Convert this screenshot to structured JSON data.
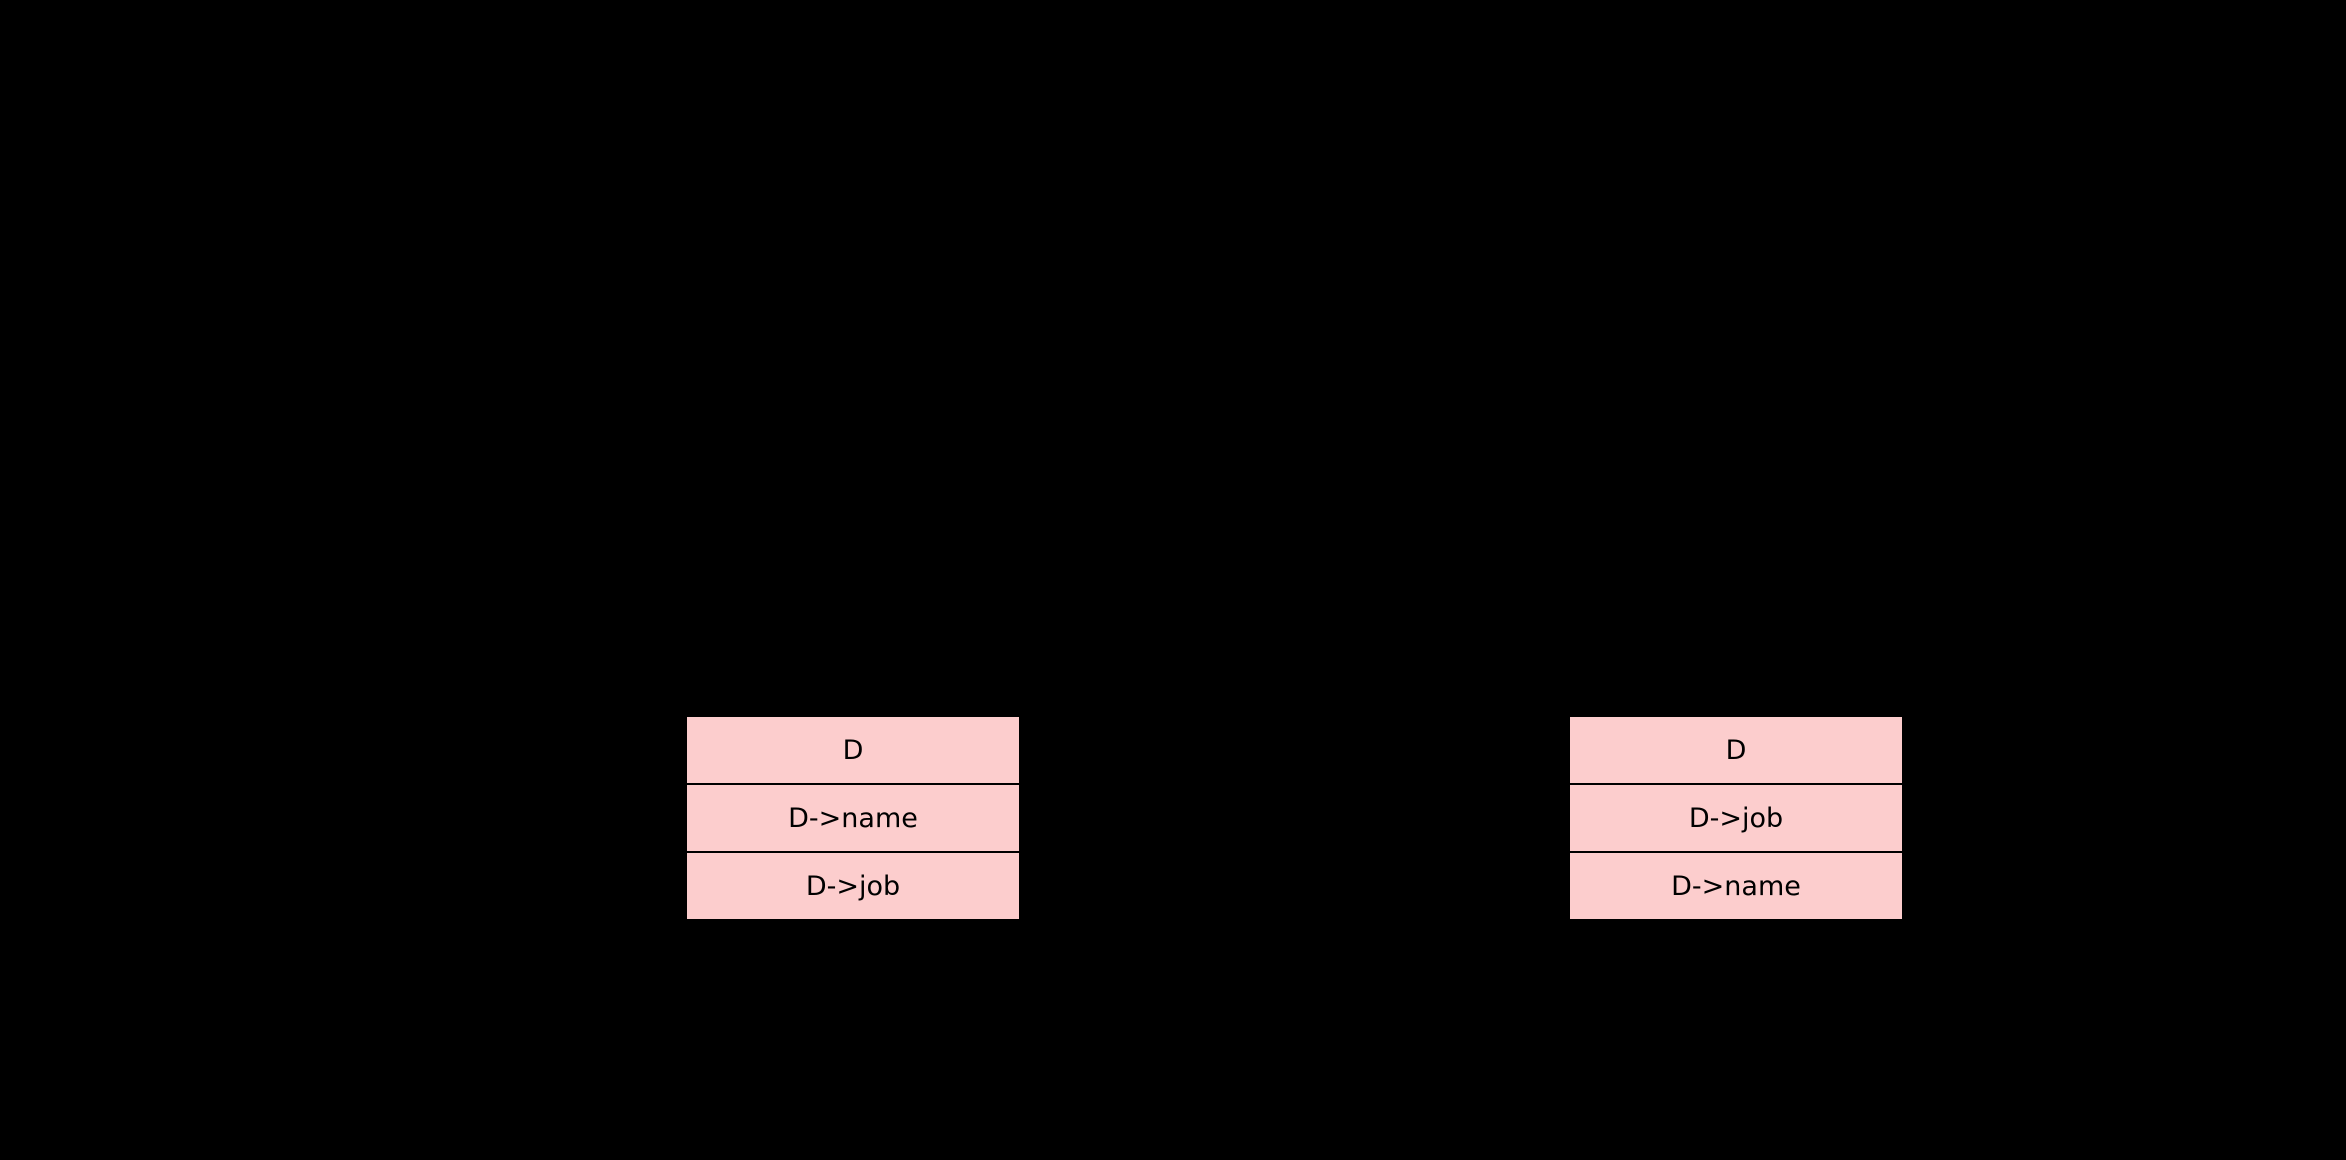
{
  "canvas": {
    "background_color": "#000000"
  },
  "colors": {
    "cell_fill": "#fccdcd",
    "cell_border": "#000000",
    "cell_text": "#000000"
  },
  "tables": {
    "left": {
      "name": "pointer-dereference-table-left",
      "rows": [
        "D",
        "D->name",
        "D->job"
      ]
    },
    "right": {
      "name": "pointer-dereference-table-right",
      "rows": [
        "D",
        "D->job",
        "D->name"
      ]
    }
  }
}
